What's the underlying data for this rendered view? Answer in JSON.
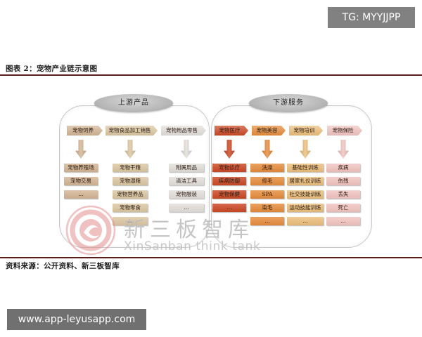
{
  "overlays": {
    "top_right": "TG: MYYJJPP",
    "bottom_left": "www.app-leyusapp.com"
  },
  "figure": {
    "title": "图表 2：宠物产业链示意图",
    "source": "资料来源：公开资料、新三板智库"
  },
  "upstream": {
    "label": "上游产品",
    "columns": [
      {
        "header": "宠物饲养",
        "color": "#d4b594",
        "items": [
          "宠物养殖场",
          "宠物交易",
          "..."
        ]
      },
      {
        "header": "宠物食品加工销售",
        "color": "#dcc7a2",
        "items": [
          "宠物干粮",
          "宠物湿粮",
          "宠物营养品",
          "宠物零食",
          "..."
        ]
      },
      {
        "header": "宠物用品零售",
        "color": "#e3dfdb",
        "items": [
          "附属用品",
          "清洁工具",
          "宠物服装",
          "..."
        ]
      }
    ]
  },
  "downstream": {
    "label": "下游服务",
    "columns": [
      {
        "header": "宠物医疗",
        "color": "#cc4824",
        "items": [
          "宠物诊疗",
          "疾病防御",
          "宠物保健",
          "..."
        ]
      },
      {
        "header": "宠物美容",
        "color": "#e68c3c",
        "items": [
          "洗澡",
          "修毛",
          "SPA",
          "染毛",
          "..."
        ]
      },
      {
        "header": "宠物培训",
        "color": "#ecbf7c",
        "items": [
          "基础性训练",
          "居家礼仪训练",
          "社交技能训练",
          "运动技能训练",
          "..."
        ]
      },
      {
        "header": "宠物保险",
        "color": "#f2c4c0",
        "items": [
          "疾病",
          "伤残",
          "丢失",
          "死亡",
          "..."
        ]
      }
    ]
  },
  "watermark": {
    "name": "新三板智库",
    "latin": "XinSanban think tank",
    "color": "#e48f8f"
  }
}
